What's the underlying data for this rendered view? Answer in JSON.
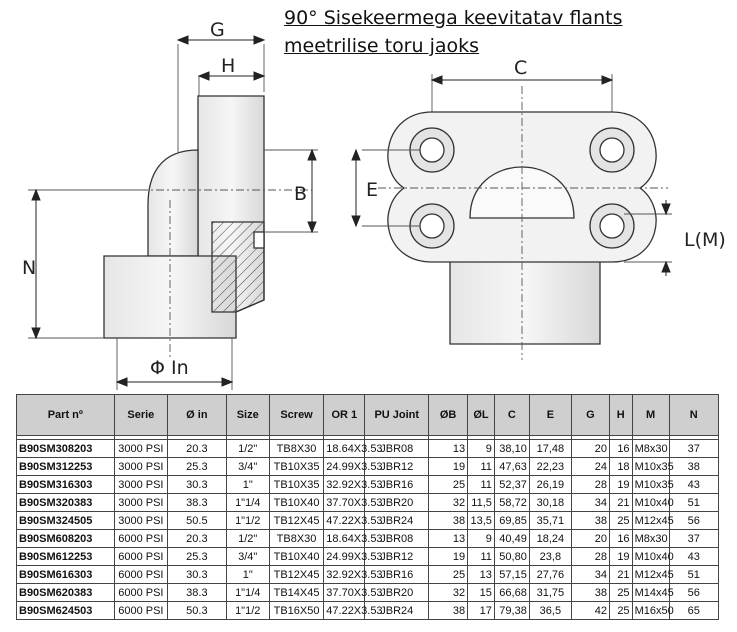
{
  "title": {
    "line1": "90° Sisekeermega keevitatav flants",
    "line2": "meetrilise toru jaoks"
  },
  "drawing_labels": {
    "g": "G",
    "h": "H",
    "b": "B",
    "n": "N",
    "phi_in": "Φ In",
    "c": "C",
    "e": "E",
    "l_m": "L(M)"
  },
  "table": {
    "headers": [
      "Part nº",
      "Serie",
      "Ø in",
      "Size",
      "Screw",
      "OR 1",
      "PU Joint",
      "ØB",
      "ØL",
      "C",
      "E",
      "G",
      "H",
      "M",
      "N"
    ],
    "rows": [
      [
        "B90SM308203",
        "3000 PSI",
        "20.3",
        "1/2\"",
        "TB8X30",
        "18.64X3.53",
        "JBR08",
        "13",
        "9",
        "38,10",
        "17,48",
        "20",
        "16",
        "M8x30",
        "37"
      ],
      [
        "B90SM312253",
        "3000 PSI",
        "25.3",
        "3/4\"",
        "TB10X35",
        "24.99X3.53",
        "JBR12",
        "19",
        "11",
        "47,63",
        "22,23",
        "24",
        "18",
        "M10x35",
        "38"
      ],
      [
        "B90SM316303",
        "3000 PSI",
        "30.3",
        "1\"",
        "TB10X35",
        "32.92X3.53",
        "JBR16",
        "25",
        "11",
        "52,37",
        "26,19",
        "28",
        "19",
        "M10x35",
        "43"
      ],
      [
        "B90SM320383",
        "3000 PSI",
        "38.3",
        "1\"1/4",
        "TB10X40",
        "37.70X3.53",
        "JBR20",
        "32",
        "11,5",
        "58,72",
        "30,18",
        "34",
        "21",
        "M10x40",
        "51"
      ],
      [
        "B90SM324505",
        "3000 PSI",
        "50.5",
        "1\"1/2",
        "TB12X45",
        "47.22X3.53",
        "JBR24",
        "38",
        "13,5",
        "69,85",
        "35,71",
        "38",
        "25",
        "M12x45",
        "56"
      ],
      [
        "B90SM608203",
        "6000 PSI",
        "20.3",
        "1/2\"",
        "TB8X30",
        "18.64X3.53",
        "JBR08",
        "13",
        "9",
        "40,49",
        "18,24",
        "20",
        "16",
        "M8x30",
        "37"
      ],
      [
        "B90SM612253",
        "6000 PSI",
        "25.3",
        "3/4\"",
        "TB10X40",
        "24.99X3.53",
        "JBR12",
        "19",
        "11",
        "50,80",
        "23,8",
        "28",
        "19",
        "M10x40",
        "43"
      ],
      [
        "B90SM616303",
        "6000 PSI",
        "30.3",
        "1\"",
        "TB12X45",
        "32.92X3.53",
        "JBR16",
        "25",
        "13",
        "57,15",
        "27,76",
        "34",
        "21",
        "M12x45",
        "51"
      ],
      [
        "B90SM620383",
        "6000 PSI",
        "38.3",
        "1\"1/4",
        "TB14X45",
        "37.70X3.53",
        "JBR20",
        "32",
        "15",
        "66,68",
        "31,75",
        "38",
        "25",
        "M14x45",
        "56"
      ],
      [
        "B90SM624503",
        "6000 PSI",
        "50.3",
        "1\"1/2",
        "TB16X50",
        "47.22X3.53",
        "JBR24",
        "38",
        "17",
        "79,38",
        "36,5",
        "42",
        "25",
        "M16x50",
        "65"
      ]
    ]
  }
}
